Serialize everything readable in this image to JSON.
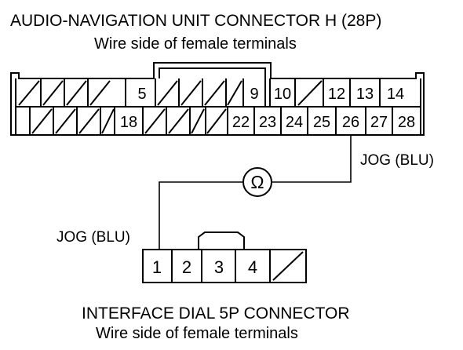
{
  "connector_h": {
    "title": "AUDIO-NAVIGATION UNIT CONNECTOR H (28P)",
    "subtitle": "Wire side of female terminals",
    "row1_pins": [
      "5",
      "9",
      "10",
      "12",
      "13",
      "14"
    ],
    "row2_pins": [
      "18",
      "22",
      "23",
      "24",
      "25",
      "26",
      "27",
      "28"
    ]
  },
  "dial_connector": {
    "title": "INTERFACE DIAL 5P CONNECTOR",
    "subtitle": "Wire side of female terminals",
    "pins": [
      "1",
      "2",
      "3",
      "4"
    ]
  },
  "meter": {
    "symbol": "Ω",
    "name": "ohmmeter"
  },
  "wire_labels": {
    "top": "JOG (BLU)",
    "bottom": "JOG (BLU)"
  }
}
